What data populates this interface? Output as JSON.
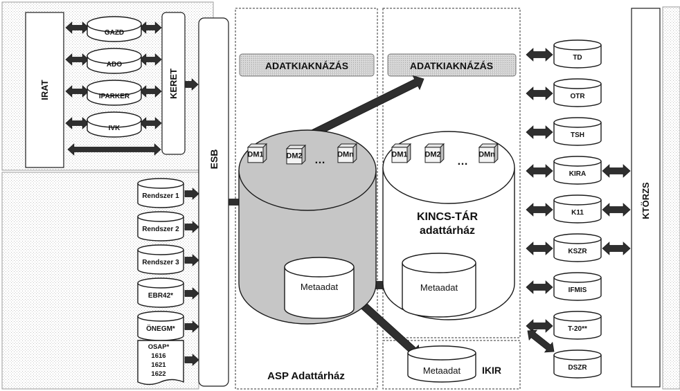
{
  "colors": {
    "stipple": "#cfcfcf",
    "arrow_fill": "#2f2f2f",
    "outline": "#1a1a1a",
    "grey_cylinder": "#c6c6c6"
  },
  "left": {
    "irat": "IRAT",
    "keret": "KERET",
    "esb": "ESB",
    "keret_systems": [
      "GAZD",
      "ADO",
      "IPARKER",
      "IVK"
    ],
    "source_systems": [
      "Rendszer 1",
      "Rendszer 2",
      "Rendszer 3",
      "EBR42*",
      "ÖNEGM*"
    ],
    "osap_doc": [
      "OSAP*",
      "1616",
      "1621",
      "1622"
    ]
  },
  "asp": {
    "header": "ADATKIAKNÁZÁS",
    "marts": [
      "DM1",
      "DM2",
      "DMn"
    ],
    "ellipsis": "…",
    "metaadat": "Metaadat",
    "title": "ASP Adattárház"
  },
  "kincs": {
    "header": "ADATKIAKNÁZÁS",
    "marts": [
      "DM1",
      "DM2",
      "DMn"
    ],
    "ellipsis": "…",
    "title_line1": "KINCS-TÁR",
    "title_line2": "adattárház",
    "metaadat": "Metaadat"
  },
  "ikir": {
    "metaadat": "Metaadat",
    "label": "IKIR"
  },
  "right": {
    "ktorzs": "KTÖRZS",
    "systems": [
      "TD",
      "OTR",
      "TSH",
      "KIRA",
      "K11",
      "KSZR",
      "IFMIS",
      "T-20**",
      "DSZR"
    ]
  }
}
